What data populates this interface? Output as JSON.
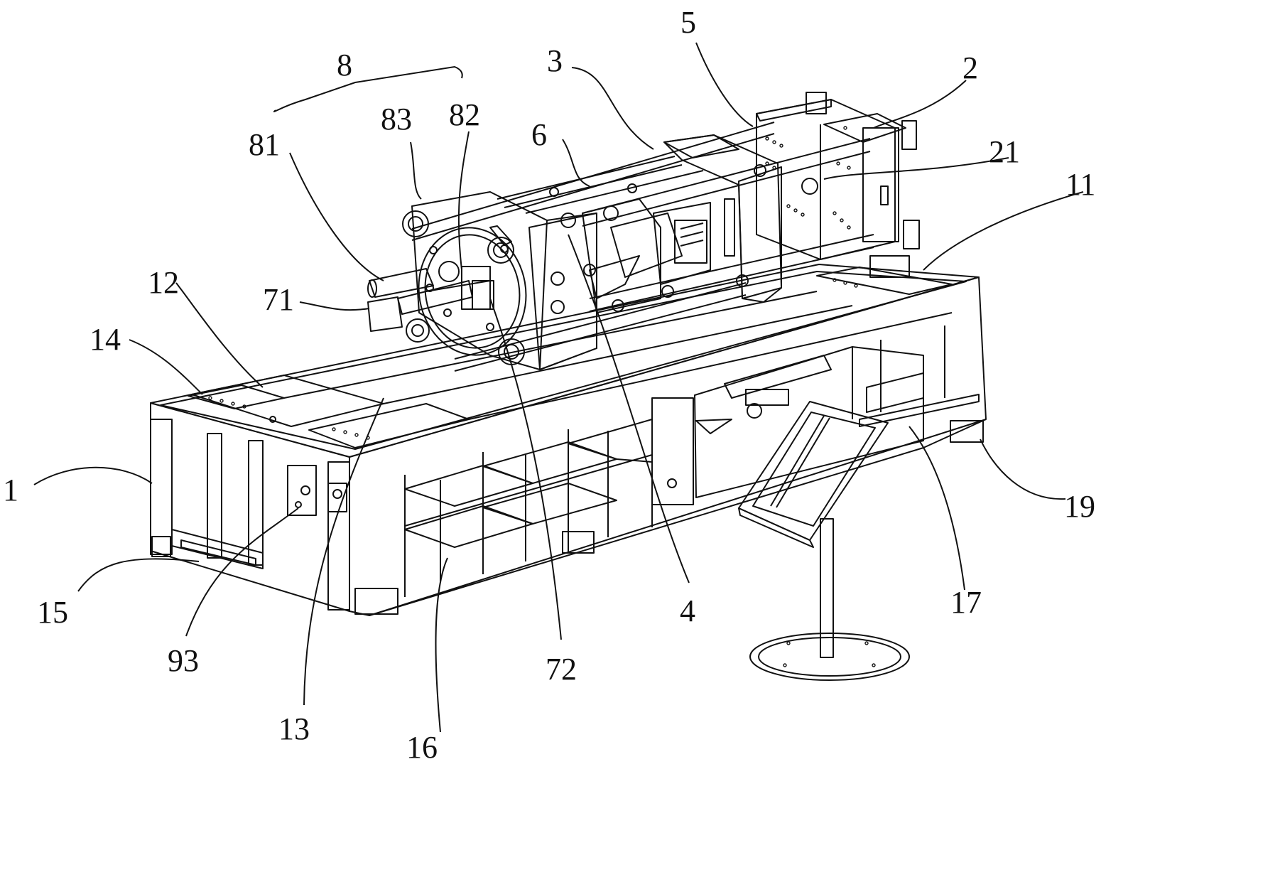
{
  "labels": {
    "l1": "1",
    "l2": "2",
    "l3": "3",
    "l4": "4",
    "l5": "5",
    "l6": "6",
    "l8": "8",
    "l11": "11",
    "l12": "12",
    "l13": "13",
    "l14": "14",
    "l15": "15",
    "l16": "16",
    "l17": "17",
    "l19": "19",
    "l21": "21",
    "l71": "71",
    "l72": "72",
    "l81": "81",
    "l82": "82",
    "l83": "83",
    "l93": "93"
  }
}
